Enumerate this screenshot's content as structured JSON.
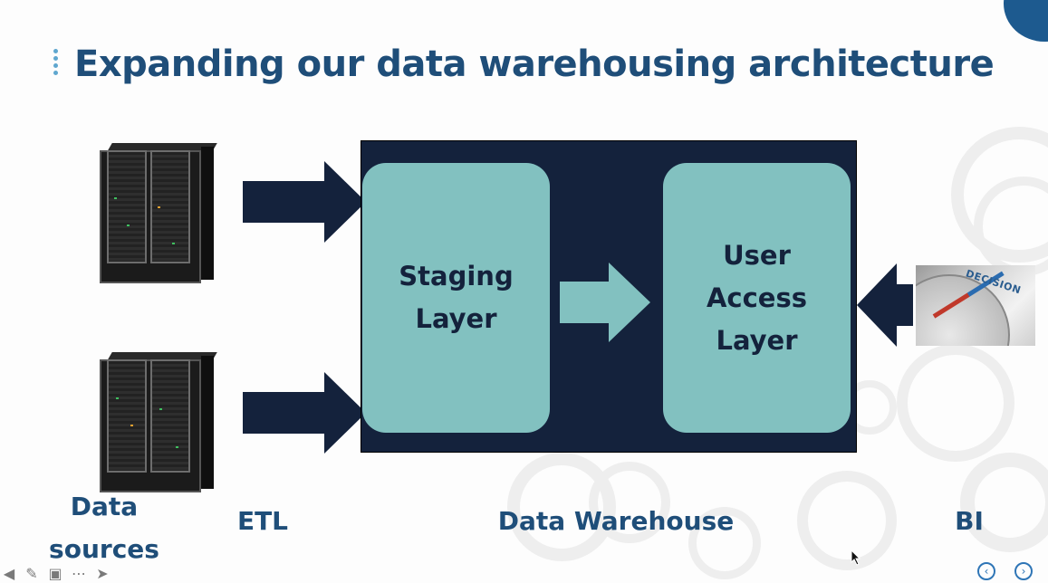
{
  "slide": {
    "title": "Expanding our data warehousing architecture"
  },
  "diagram": {
    "staging_layer": "Staging Layer",
    "user_access_layer": "User Access Layer",
    "bi_image_word": "DECISION"
  },
  "labels": {
    "data_sources": "Data sources",
    "etl": "ETL",
    "data_warehouse": "Data Warehouse",
    "bi": "BI"
  },
  "colors": {
    "title": "#1f4e79",
    "warehouse_bg": "#14223c",
    "layer_fill": "#82c1c0",
    "corner_accent": "#1d5a8f"
  },
  "footer": {
    "icons": [
      "back-arrow-icon",
      "pen-icon",
      "slides-icon",
      "more-icon",
      "forward-arrow-icon"
    ],
    "prev_symbol": "‹",
    "next_symbol": "›"
  }
}
